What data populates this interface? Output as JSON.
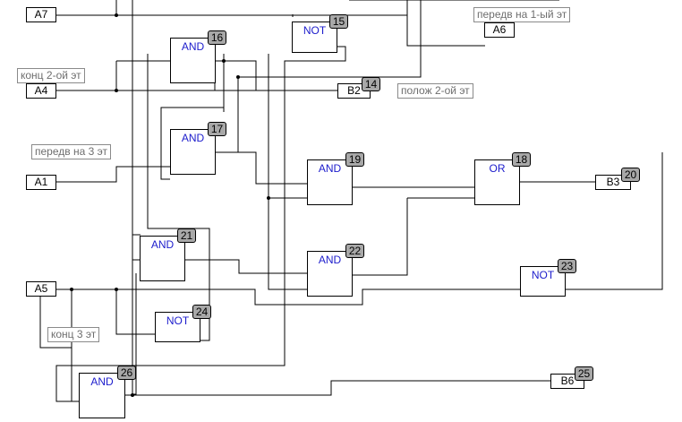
{
  "gates": {
    "g16": {
      "type": "AND",
      "num": "16"
    },
    "g15": {
      "type": "NOT",
      "num": "15"
    },
    "g17": {
      "type": "AND",
      "num": "17"
    },
    "g19": {
      "type": "AND",
      "num": "19"
    },
    "g18": {
      "type": "OR",
      "num": "18"
    },
    "g21": {
      "type": "AND",
      "num": "21"
    },
    "g22": {
      "type": "AND",
      "num": "22"
    },
    "g23": {
      "type": "NOT",
      "num": "23"
    },
    "g24": {
      "type": "NOT",
      "num": "24"
    },
    "g26": {
      "type": "AND",
      "num": "26"
    }
  },
  "inputs": {
    "a7": "A7",
    "a6": "A6",
    "a4": "A4",
    "a1": "A1",
    "a5": "A5"
  },
  "outputs": {
    "b2": {
      "label": "B2",
      "num": "14"
    },
    "b3": {
      "label": "B3",
      "num": "20"
    },
    "b6": {
      "label": "B6",
      "num": "25"
    }
  },
  "notes": {
    "front_1st_floor": "передв на 1-ый эт",
    "end_2nd_floor": "конц 2-ой эт",
    "pos_2nd_floor": "полож 2-ой эт",
    "front_3rd_floor": "передв на 3 эт",
    "end_3rd_floor": "конц 3 эт"
  },
  "colors": {
    "gate_text": "#1c1ccc",
    "number_badge": "#a8a8a8",
    "note_text": "#6e6e6e",
    "wire": "#000000"
  }
}
